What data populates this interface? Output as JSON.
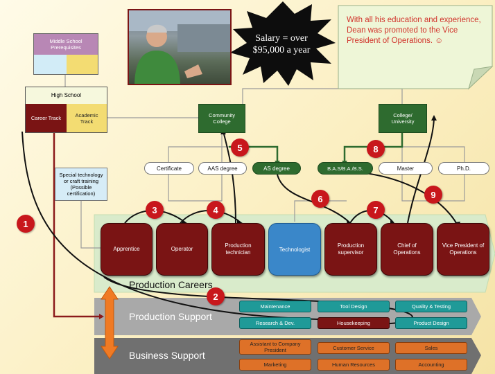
{
  "speech": {
    "line1": "Salary = over",
    "line2": "$95,000 a year"
  },
  "note": {
    "text": "With all his education and experience, Dean was promoted to the Vice President of Operations. ☺"
  },
  "middle_school": {
    "label": "Middle School Prerequisites"
  },
  "high_school": {
    "label": "High School",
    "career_track": "Career Track",
    "academic_track": "Academic Track"
  },
  "special_training": {
    "text": "Special technology or craft training (Possible certification)"
  },
  "colleges": {
    "community": "Community College",
    "university": "College/ University"
  },
  "degrees": {
    "certificate": "Certificate",
    "aas": "AAS degree",
    "as": "AS degree",
    "bas": "B.A.S/B.A./B.S.",
    "master": "Master",
    "phd": "Ph.D."
  },
  "careers": {
    "apprentice": "Apprentice",
    "operator": "Operator",
    "production_technician": "Production technician",
    "technologist": "Technologist",
    "production_supervisor": "Production supervisor",
    "chief_operations": "Chief of Operations",
    "vp_operations": "Vice President of Operations"
  },
  "bands": {
    "production_careers": "Production Careers",
    "production_support": "Production Support",
    "business_support": "Business Support"
  },
  "support_items": [
    "Maintenance",
    "Tool Design",
    "Quality & Testing",
    "Research & Dev.",
    "Housekeeping",
    "Product Design"
  ],
  "business_items": [
    "Assistant to Company President",
    "Customer Service",
    "Sales",
    "Marketing",
    "Human Resources",
    "Accounting"
  ],
  "steps": [
    "1",
    "2",
    "3",
    "4",
    "5",
    "6",
    "7",
    "8",
    "9"
  ],
  "colors": {
    "career_green": "#2e6b2f",
    "career_maroon": "#7a1414",
    "technologist_blue": "#3a87c9",
    "support_teal": "#1f9a98",
    "business_orange": "#de7128",
    "step_red": "#c8171c"
  }
}
